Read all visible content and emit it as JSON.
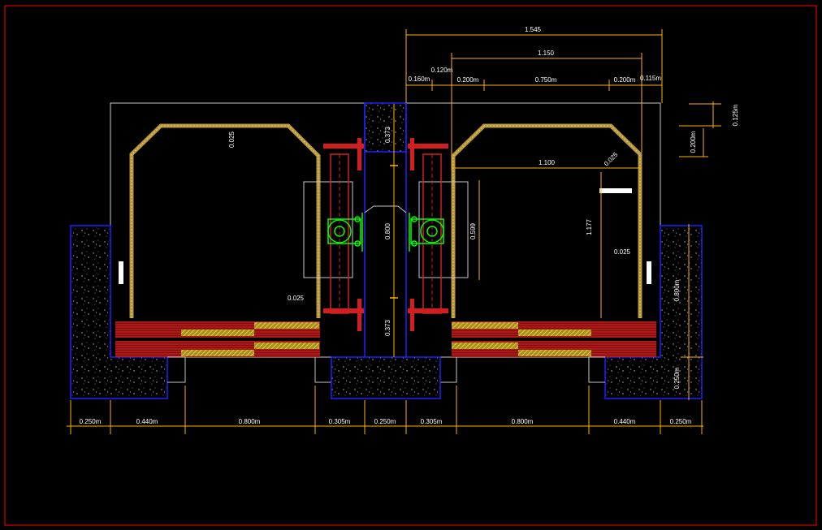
{
  "colors": {
    "background": "#000000",
    "frame": "#ff0000",
    "dimension": "#ffb400",
    "outline": "#c8c8c8",
    "foundation": "#1f1fff",
    "hatch_yellow": "#e6d23c",
    "hatch_red": "#d21e1e",
    "bracket_green": "#00ff00",
    "wall_tan": "#b8963c",
    "text": "#ffffff"
  },
  "dimensions": {
    "top": {
      "overall": "1.545",
      "inner": "1.150",
      "d_0160": "0.160m",
      "d_0120": "0.120m",
      "d_0200_left": "0.200m",
      "d_0750": "0.750m",
      "d_0200_right": "0.200m",
      "d_0115": "0.115m"
    },
    "bottom": [
      "0.250m",
      "0.440m",
      "0.800m",
      "0.305m",
      "0.250m",
      "0.305m",
      "0.800m",
      "0.440m",
      "0.250m"
    ],
    "right": {
      "d_0125": "0.125m",
      "d_0200": "0.200m",
      "d_0800": "0.800m",
      "d_0250": "0.250m"
    },
    "center": {
      "upper": "0.373",
      "middle": "0.800",
      "lower": "0.373",
      "opening": "0.599"
    },
    "right_chamber": {
      "width": "1.100",
      "height": "1.177",
      "chamfer": "0.025",
      "wall": "0.025"
    },
    "left_chamber": {
      "wall_top": "0.025",
      "wall_bottom": "0.025"
    }
  }
}
